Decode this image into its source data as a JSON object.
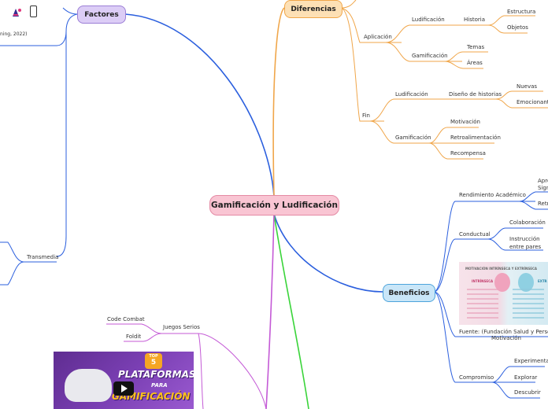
{
  "center": "Gamificación y Ludificación",
  "factores": {
    "label": "Factores",
    "citation": "ning, 2022)",
    "transmedia": "Transmedia",
    "juegos_serios": "Juegos Serios",
    "code_combat": "Code Combat",
    "foldit": "Foldit",
    "video": {
      "badge_top": "TOP",
      "badge_num": "5",
      "line1": "PLATAFORMAS",
      "line2": "PARA",
      "line3": "GAMIFICACIÓN"
    }
  },
  "diferencias": {
    "label": "Diferencias",
    "aplicacion": "Aplicación",
    "ludificacion_a": "Ludificación",
    "historia": "Historia",
    "estructura": "Estructura",
    "objetos": "Objetos",
    "gamificacion_a": "Gamificación",
    "temas": "Temas",
    "areas": "Áreas",
    "fin": "Fin",
    "ludificacion_f": "Ludificación",
    "diseno_historias": "Diseño de historias",
    "nuevas": "Nuevas",
    "emocionantes": "Emocionantes",
    "gamificacion_f": "Gamificación",
    "motivacion": "Motivación",
    "retroalimentacion": "Retroalimentación",
    "recompensa": "Recompensa"
  },
  "beneficios": {
    "label": "Beneficios",
    "rendimiento": "Rendimiento Académico",
    "apre": "Apre",
    "signi": "Signi",
    "retr": "Retr",
    "conductual": "Conductual",
    "colaboracion": "Colaboración",
    "instruccion": "Instrucción entre pares",
    "image_title": "MOTIVACIÓN INTRÍNSECA Y EXTRÍNSECA",
    "image_left": "INTRÍNSECA",
    "image_right": "EXTR",
    "fuente": "Fuente: (Fundación Salud y Persona,",
    "fuente2": "Motivación",
    "compromiso": "Compromiso",
    "experimentar": "Experimentar",
    "explorar": "Explorar",
    "descubrir": "Descubrir"
  },
  "colors": {
    "factores": "#2b5fde",
    "diferencias": "#f0a64a",
    "beneficios": "#2b5fde",
    "green": "#3ad43a",
    "purple": "#c45ad6"
  }
}
